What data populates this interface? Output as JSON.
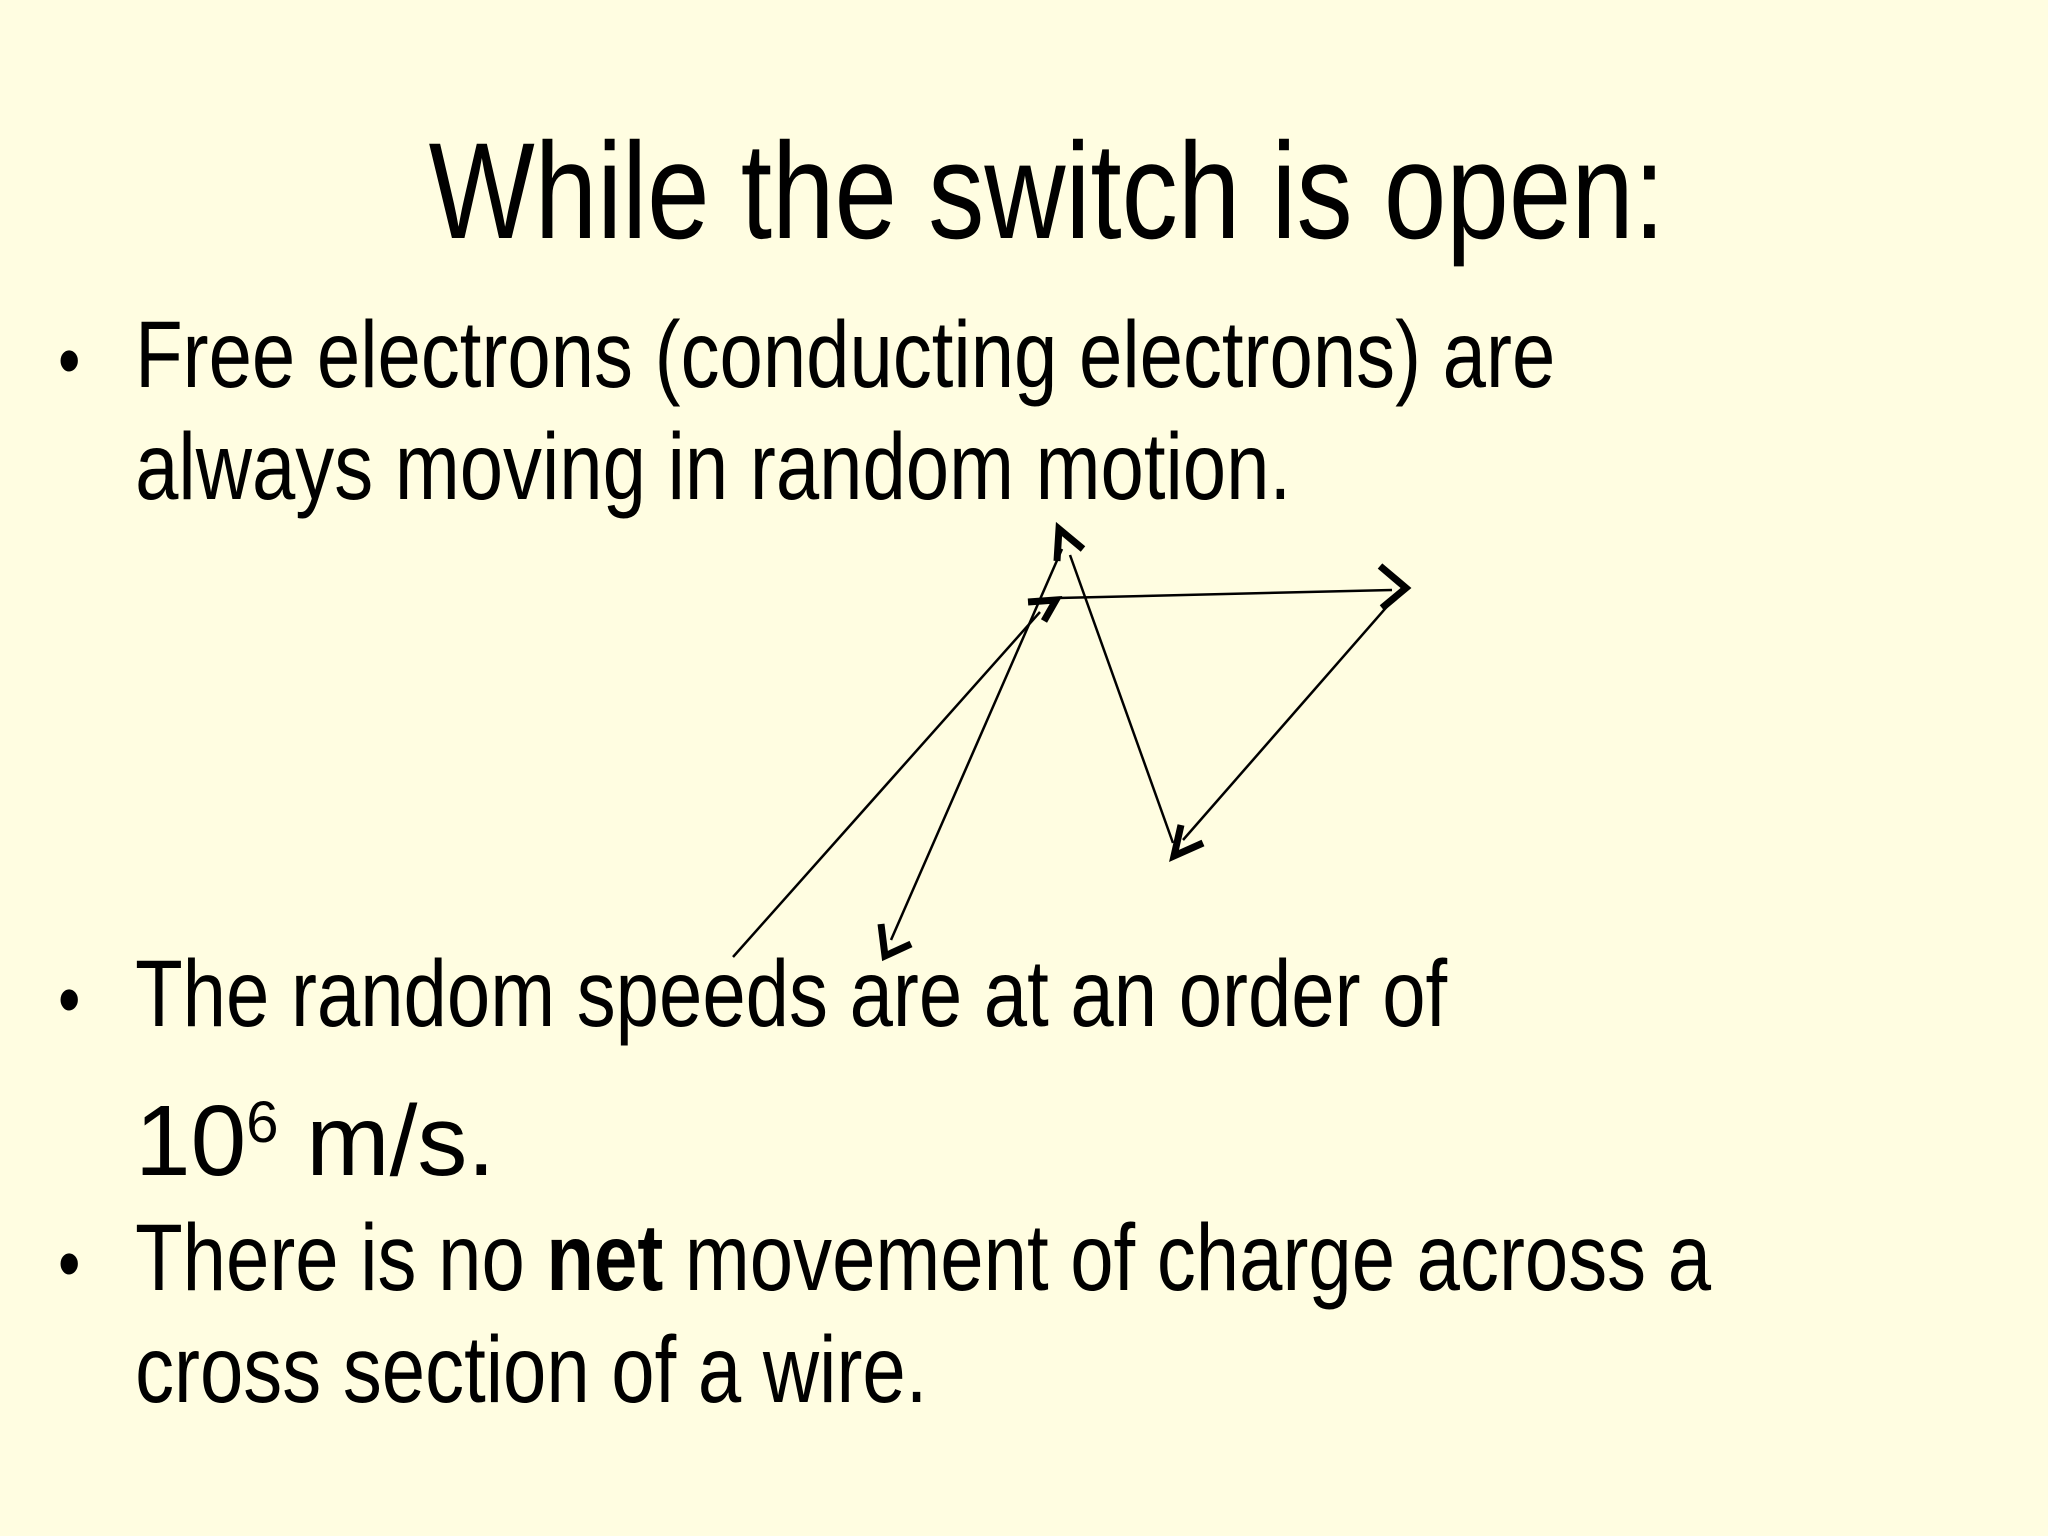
{
  "slide": {
    "background_color": "#FFFDE1",
    "text_color": "#000000",
    "title": "While the switch is open:",
    "bullets": {
      "b1": {
        "marker": "•",
        "line1": "Free electrons (conducting electrons) are",
        "line2": "always moving in random motion."
      },
      "b2": {
        "marker": "•",
        "line1": "The random speeds are at an order of",
        "value": {
          "base": "10",
          "superscript": "6",
          "unit": " m/s."
        }
      },
      "b3": {
        "marker": "•",
        "line1_before": "There is no ",
        "line1_bold": "net",
        "line1_after": " movement of charge across a",
        "line2": "cross section of a wire."
      }
    },
    "figure": {
      "name": "random-motion-zigzag-arrows",
      "arrow_color": "#000000"
    }
  }
}
